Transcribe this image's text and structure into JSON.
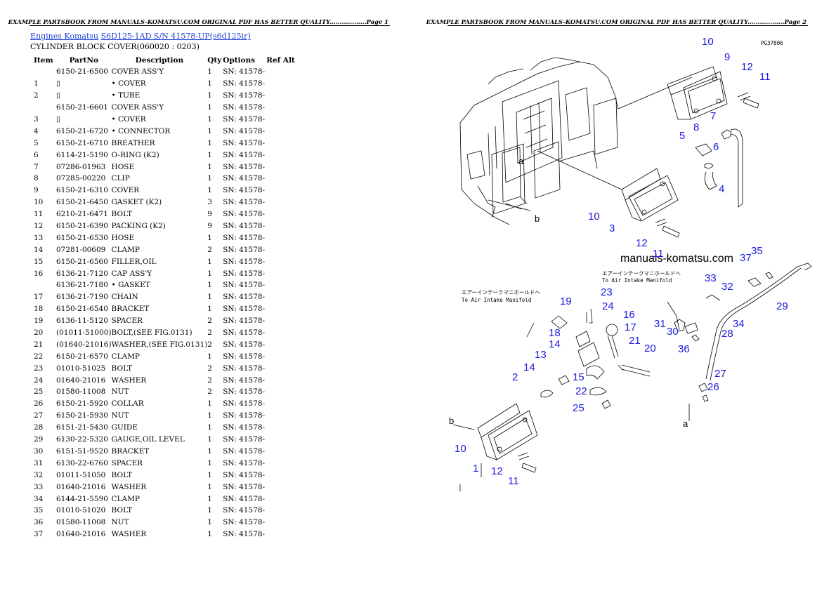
{
  "page1": {
    "header": "EXAMPLE PARTSBOOK FROM MANUALS-KOMATSU.COM ORIGINAL PDF HAS BETTER QUALITY..................Page 1",
    "breadcrumb": {
      "link1": "Engines Komatsu",
      "link2": "S6D125-1AD S/N 41578-UP(s6d125ir)"
    },
    "subtitle": "CYLINDER BLOCK COVER(060020 : 0203)",
    "columns": [
      "Item",
      "PartNo",
      "Description",
      "Qty",
      "Options",
      "Ref Alt"
    ],
    "rows": [
      {
        "item": "",
        "part": "6150-21-6500",
        "desc": "COVER ASS'Y",
        "qty": "1",
        "opt": "SN: 41578-"
      },
      {
        "item": "1",
        "part": "▯",
        "desc": "• COVER",
        "qty": "1",
        "opt": "SN: 41578-"
      },
      {
        "item": "2",
        "part": "▯",
        "desc": "• TUBE",
        "qty": "1",
        "opt": "SN: 41578-"
      },
      {
        "item": "",
        "part": "6150-21-6601",
        "desc": "COVER ASS'Y",
        "qty": "1",
        "opt": "SN: 41578-"
      },
      {
        "item": "3",
        "part": "▯",
        "desc": "• COVER",
        "qty": "1",
        "opt": "SN: 41578-"
      },
      {
        "item": "4",
        "part": "6150-21-6720",
        "desc": "• CONNECTOR",
        "qty": "1",
        "opt": "SN: 41578-"
      },
      {
        "item": "5",
        "part": "6150-21-6710",
        "desc": "BREATHER",
        "qty": "1",
        "opt": "SN: 41578-"
      },
      {
        "item": "6",
        "part": "6114-21-5190",
        "desc": "O-RING (K2)",
        "qty": "1",
        "opt": "SN: 41578-"
      },
      {
        "item": "7",
        "part": "07286-01963",
        "desc": "HOSE",
        "qty": "1",
        "opt": "SN: 41578-"
      },
      {
        "item": "8",
        "part": "07285-00220",
        "desc": "CLIP",
        "qty": "1",
        "opt": "SN: 41578-"
      },
      {
        "item": "9",
        "part": "6150-21-6310",
        "desc": "COVER",
        "qty": "1",
        "opt": "SN: 41578-"
      },
      {
        "item": "10",
        "part": "6150-21-6450",
        "desc": "GASKET (K2)",
        "qty": "3",
        "opt": "SN: 41578-"
      },
      {
        "item": "11",
        "part": "6210-21-6471",
        "desc": "BOLT",
        "qty": "9",
        "opt": "SN: 41578-"
      },
      {
        "item": "12",
        "part": "6150-21-6390",
        "desc": "PACKING (K2)",
        "qty": "9",
        "opt": "SN: 41578-"
      },
      {
        "item": "13",
        "part": "6150-21-6530",
        "desc": "HOSE",
        "qty": "1",
        "opt": "SN: 41578-"
      },
      {
        "item": "14",
        "part": "07281-00609",
        "desc": "CLAMP",
        "qty": "2",
        "opt": "SN: 41578-"
      },
      {
        "item": "15",
        "part": "6150-21-6560",
        "desc": "FILLER,OIL",
        "qty": "1",
        "opt": "SN: 41578-"
      },
      {
        "item": "16",
        "part": "6136-21-7120",
        "desc": "CAP ASS'Y",
        "qty": "1",
        "opt": "SN: 41578-"
      },
      {
        "item": "",
        "part": "6136-21-7180",
        "desc": "• GASKET",
        "qty": "1",
        "opt": "SN: 41578-"
      },
      {
        "item": "17",
        "part": "6136-21-7190",
        "desc": "CHAIN",
        "qty": "1",
        "opt": "SN: 41578-"
      },
      {
        "item": "18",
        "part": "6150-21-6540",
        "desc": "BRACKET",
        "qty": "1",
        "opt": "SN: 41578-"
      },
      {
        "item": "19",
        "part": "6136-11-5120",
        "desc": "SPACER",
        "qty": "2",
        "opt": "SN: 41578-"
      },
      {
        "item": "20",
        "part": "(01011-51000)",
        "desc": "BOLT,(SEE FIG.0131)",
        "qty": "2",
        "opt": "SN: 41578-"
      },
      {
        "item": "21",
        "part": "(01640-21016)",
        "desc": "WASHER,(SEE FIG.0131)",
        "qty": "2",
        "opt": "SN: 41578-"
      },
      {
        "item": "22",
        "part": "6150-21-6570",
        "desc": "CLAMP",
        "qty": "1",
        "opt": "SN: 41578-"
      },
      {
        "item": "23",
        "part": "01010-51025",
        "desc": "BOLT",
        "qty": "2",
        "opt": "SN: 41578-"
      },
      {
        "item": "24",
        "part": "01640-21016",
        "desc": "WASHER",
        "qty": "2",
        "opt": "SN: 41578-"
      },
      {
        "item": "25",
        "part": "01580-11008",
        "desc": "NUT",
        "qty": "2",
        "opt": "SN: 41578-"
      },
      {
        "item": "26",
        "part": "6150-21-5920",
        "desc": "COLLAR",
        "qty": "1",
        "opt": "SN: 41578-"
      },
      {
        "item": "27",
        "part": "6150-21-5930",
        "desc": "NUT",
        "qty": "1",
        "opt": "SN: 41578-"
      },
      {
        "item": "28",
        "part": "6151-21-5430",
        "desc": "GUIDE",
        "qty": "1",
        "opt": "SN: 41578-"
      },
      {
        "item": "29",
        "part": "6130-22-5320",
        "desc": "GAUGE,OIL LEVEL",
        "qty": "1",
        "opt": "SN: 41578-"
      },
      {
        "item": "30",
        "part": "6151-51-9520",
        "desc": "BRACKET",
        "qty": "1",
        "opt": "SN: 41578-"
      },
      {
        "item": "31",
        "part": "6130-22-6760",
        "desc": "SPACER",
        "qty": "1",
        "opt": "SN: 41578-"
      },
      {
        "item": "32",
        "part": "01011-51050",
        "desc": "BOLT",
        "qty": "1",
        "opt": "SN: 41578-"
      },
      {
        "item": "33",
        "part": "01640-21016",
        "desc": "WASHER",
        "qty": "1",
        "opt": "SN: 41578-"
      },
      {
        "item": "34",
        "part": "6144-21-5590",
        "desc": "CLAMP",
        "qty": "1",
        "opt": "SN: 41578-"
      },
      {
        "item": "35",
        "part": "01010-51020",
        "desc": "BOLT",
        "qty": "1",
        "opt": "SN: 41578-"
      },
      {
        "item": "36",
        "part": "01580-11008",
        "desc": "NUT",
        "qty": "1",
        "opt": "SN: 41578-"
      },
      {
        "item": "37",
        "part": "01640-21016",
        "desc": "WASHER",
        "qty": "1",
        "opt": "SN: 41578-"
      }
    ]
  },
  "page2": {
    "header": "EXAMPLE PARTSBOOK FROM MANUALS-KOMATSU.COM ORIGINAL PDF HAS BETTER QUALITY..................Page 2",
    "diagram": {
      "code": "PG37806",
      "watermark": "manuals-komatsu.com",
      "jp_note_1": "エアーインテークマニホールドへ",
      "en_note_1": "To Air Intake Manifold",
      "jp_note_2": "エアーインテークマニホールドへ",
      "en_note_2": "To Air Intake Manifold",
      "letter_a": "a",
      "letter_b": "b",
      "callouts": [
        "10",
        "9",
        "12",
        "11",
        "7",
        "8",
        "5",
        "6",
        "4",
        "10",
        "3",
        "12",
        "11",
        "37",
        "35",
        "33",
        "32",
        "29",
        "23",
        "24",
        "19",
        "16",
        "17",
        "21",
        "20",
        "18",
        "14",
        "13",
        "15",
        "2",
        "14",
        "22",
        "25",
        "31",
        "30",
        "36",
        "28",
        "34",
        "27",
        "26",
        "10",
        "1",
        "12",
        "11"
      ]
    }
  }
}
